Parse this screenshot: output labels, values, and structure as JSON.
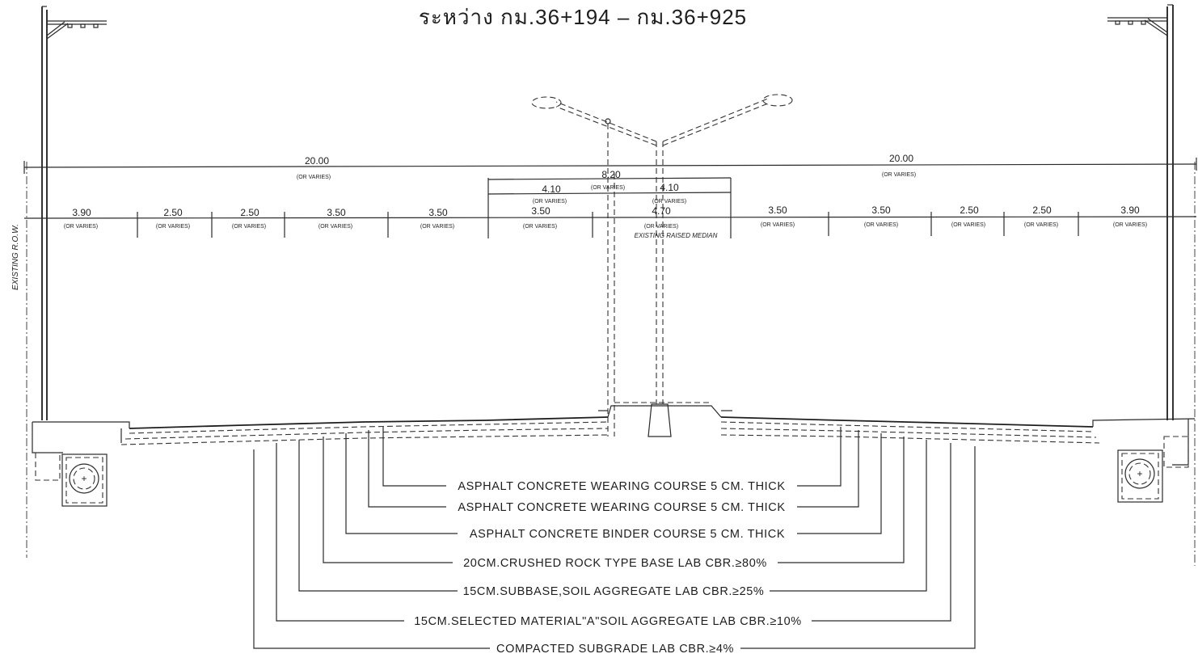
{
  "title": "ระหว่าง กม.36+194 – กม.36+925",
  "row_label": "EXISTING R.O.W.",
  "median_label": "EXISTING RAISED MEDIAN",
  "varies": "(OR VARIES)",
  "top_dims": {
    "left": "20.00",
    "right": "20.00",
    "median": "8.20"
  },
  "median_half_dims": {
    "left": "4.10",
    "right": "4.10"
  },
  "lane_dims": [
    "3.90",
    "2.50",
    "2.50",
    "3.50",
    "3.50",
    "3.50",
    "4.70",
    "3.50",
    "3.50",
    "2.50",
    "2.50",
    "3.90"
  ],
  "layers": [
    "ASPHALT CONCRETE WEARING COURSE 5 CM. THICK",
    "ASPHALT CONCRETE WEARING COURSE 5 CM. THICK",
    "ASPHALT CONCRETE BINDER COURSE 5 CM. THICK",
    "20CM.CRUSHED ROCK TYPE BASE LAB CBR.≥80%",
    "15CM.SUBBASE,SOIL AGGREGATE LAB CBR.≥25%",
    "15CM.SELECTED MATERIAL\"A\"SOIL AGGREGATE LAB CBR.≥10%",
    "COMPACTED SUBGRADE LAB CBR.≥4%"
  ]
}
